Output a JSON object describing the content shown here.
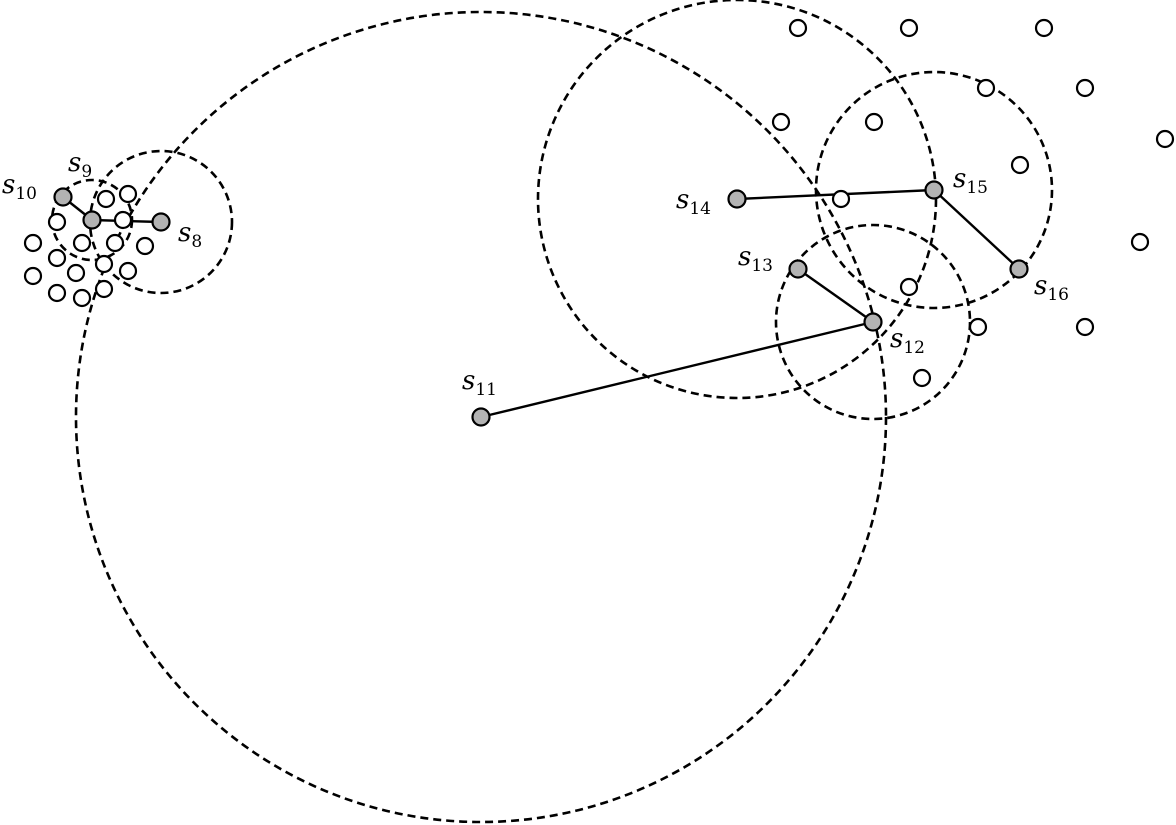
{
  "diagram": {
    "sensors": [
      {
        "id": "s8",
        "label": "s",
        "sub": "8"
      },
      {
        "id": "s9",
        "label": "s",
        "sub": "9"
      },
      {
        "id": "s10",
        "label": "s",
        "sub": "10"
      },
      {
        "id": "s11",
        "label": "s",
        "sub": "11"
      },
      {
        "id": "s12",
        "label": "s",
        "sub": "12"
      },
      {
        "id": "s13",
        "label": "s",
        "sub": "13"
      },
      {
        "id": "s14",
        "label": "s",
        "sub": "14"
      },
      {
        "id": "s15",
        "label": "s",
        "sub": "15"
      },
      {
        "id": "s16",
        "label": "s",
        "sub": "16"
      }
    ],
    "links": [
      [
        "s10",
        "s9"
      ],
      [
        "s9",
        "s8"
      ],
      [
        "s11",
        "s12"
      ],
      [
        "s13",
        "s12"
      ],
      [
        "s14",
        "s15"
      ],
      [
        "s15",
        "s16"
      ]
    ],
    "colors": {
      "sensor_fill": "#b3b3b3",
      "stroke": "#000000",
      "target_fill": "#ffffff"
    }
  }
}
